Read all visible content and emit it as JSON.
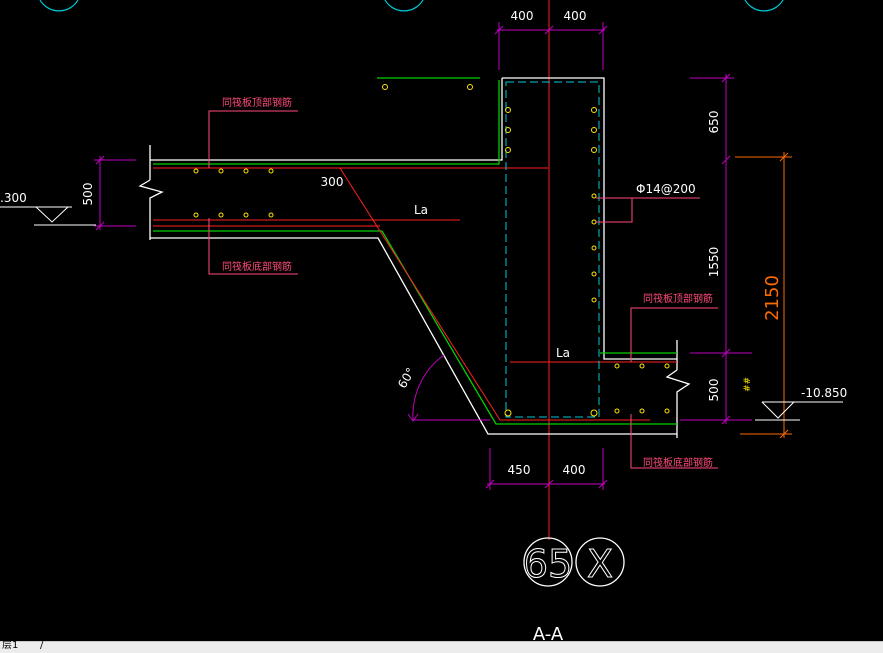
{
  "drawing": {
    "background": "#000000",
    "colors": {
      "concrete": "#ffffff",
      "rebar": "#00d000",
      "bar_red": "#ff2020",
      "dimension": "#c000c0",
      "hoop": "#00c8d8",
      "note": "#ff4a7a",
      "text": "#ffffff"
    },
    "dimensions": {
      "top_left": "400",
      "top_right": "400",
      "right_top": "650",
      "right_mid": "1550",
      "right_total": "2150",
      "right_low": "500",
      "slab_left": "500",
      "bottom_left": "450",
      "bottom_right": "400",
      "anchorage": "300"
    },
    "labels": {
      "elev_left": ".300",
      "elev_right": "-10.850",
      "la_upper": "La",
      "la_lower": "La",
      "angle": "60°",
      "rebar_spec": "Φ14@200",
      "note_top_left": "同筏板顶部钢筋",
      "note_bottom_left": "同筏板底部钢筋",
      "note_top_right": "同筏板顶部钢筋",
      "note_bottom_right": "同筏板底部钢筋",
      "grid_number": "65",
      "grid_letter": "X",
      "section_title": "A-A",
      "small_mark": "##"
    }
  },
  "statusbar": {
    "layer_label": "层1",
    "slash": "/"
  }
}
